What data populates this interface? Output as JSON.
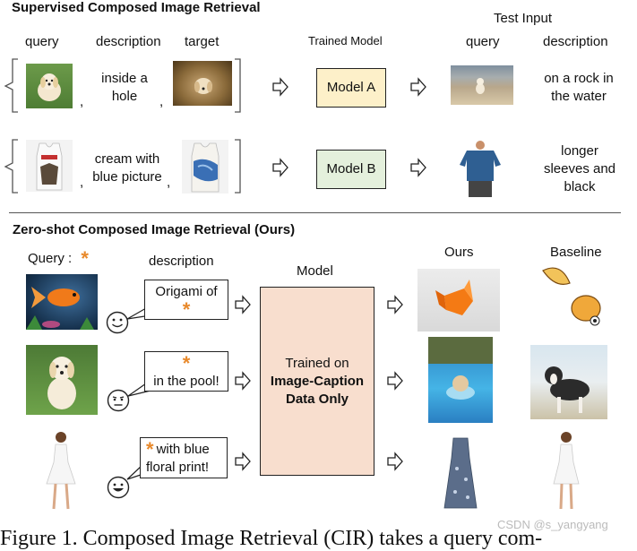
{
  "supervised": {
    "title": "Supervised Composed Image Retrieval",
    "col_query": "query",
    "col_description": "description",
    "col_target": "target",
    "trained_model_label": "Trained Model",
    "test_input_label": "Test Input",
    "test_query_label": "query",
    "test_description_label": "description",
    "row1": {
      "description": "inside a hole",
      "model": "Model A",
      "test_description": "on a rock in the water"
    },
    "row2": {
      "description": "cream with blue picture",
      "model": "Model B",
      "test_description": "longer sleeves and black"
    },
    "comma": ","
  },
  "zeroshot": {
    "title": "Zero-shot Composed Image Retrieval (Ours)",
    "query_label": "Query :",
    "star": "*",
    "description_label": "description",
    "model_label": "Model",
    "ours_label": "Ours",
    "baseline_label": "Baseline",
    "bubble1": "Origami of",
    "bubble2": "in the pool!",
    "bubble3": "with blue floral print!",
    "model_text_1": "Trained on",
    "model_text_2": "Image-Caption",
    "model_text_3": "Data Only"
  },
  "caption": "Figure 1. Composed Image Retrieval (CIR) takes a query com-",
  "watermark": "CSDN @s_yangyang",
  "colors": {
    "model_a": "#fdf0c9",
    "model_b": "#e4f0dc",
    "model_big": "#f8dece",
    "star": "#e8892b"
  }
}
